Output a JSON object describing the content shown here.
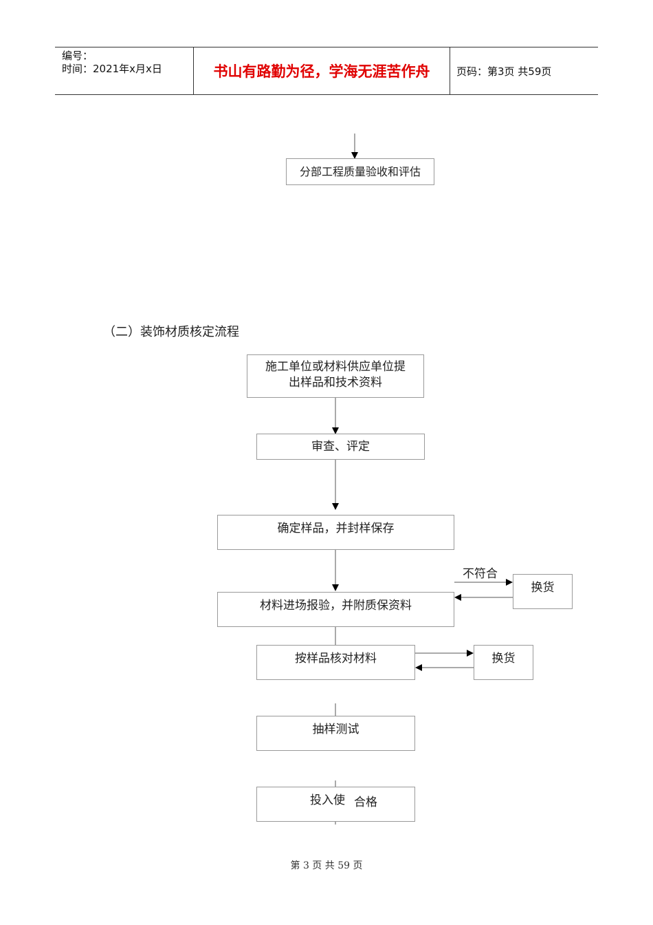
{
  "header": {
    "code_label": "编号：",
    "time_label": "时间：2021年x月x日",
    "motto": "书山有路勤为径，学海无涯苦作舟",
    "page_info": "页码：第3页  共59页"
  },
  "top_box": "分部工程质量验收和评估",
  "section_title": "（二）装饰材质核定流程",
  "flow": {
    "submit_line1": "施工单位或材料供应单位提",
    "submit_line2": "出样品和技术资料",
    "review": "审查、评定",
    "confirm": "确定样品，并封样保存",
    "arrival": "材料进场报验，并附质保资料",
    "check": "按样品核对材料",
    "sample_test": "抽样测试",
    "put_use": "投入使",
    "pass": "合格",
    "replace_1": "换货",
    "replace_2": "换货",
    "not_conform": "不符合"
  },
  "footer": "第 3 页 共 59 页"
}
